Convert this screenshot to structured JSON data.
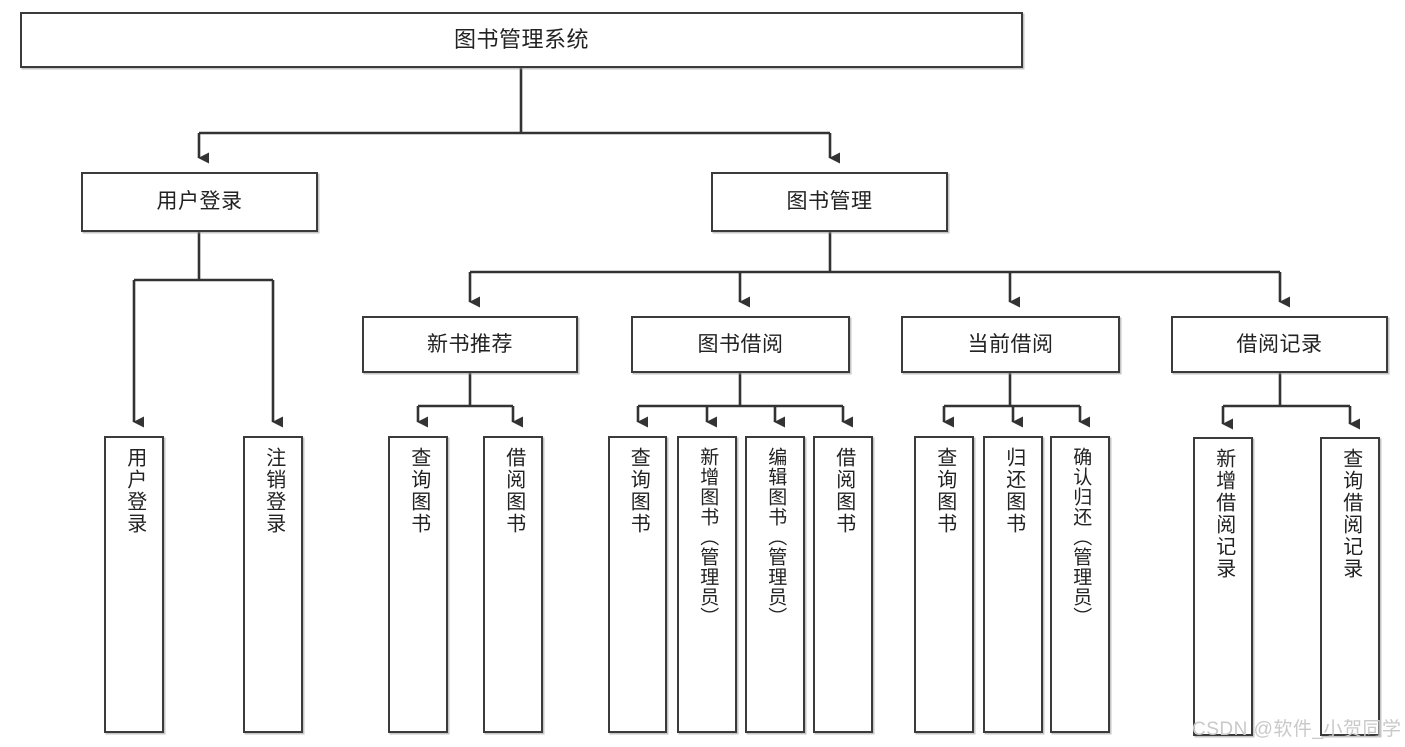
{
  "diagram": {
    "title": "图书管理系统",
    "watermark": "CSDN @软件_小贺同学",
    "colors": {
      "box_border": "#3b3b3b",
      "background": "#ffffff",
      "edge": "#333333",
      "watermark": "#c9c9c9"
    },
    "levels": {
      "root": {
        "label": "图书管理系统"
      },
      "level2": [
        {
          "label": "用户登录"
        },
        {
          "label": "图书管理"
        }
      ],
      "level3": [
        {
          "label": "新书推荐"
        },
        {
          "label": "图书借阅"
        },
        {
          "label": "当前借阅"
        },
        {
          "label": "借阅记录"
        }
      ],
      "leaves": {
        "user_login": [
          {
            "label": "用户登录"
          },
          {
            "label": "注销登录"
          }
        ],
        "new_book_recommend": [
          {
            "label": "查询图书"
          },
          {
            "label": "借阅图书"
          }
        ],
        "book_borrow": [
          {
            "label": "查询图书"
          },
          {
            "label": "新增图书（管理员）"
          },
          {
            "label": "编辑图书（管理员）"
          },
          {
            "label": "借阅图书"
          }
        ],
        "current_borrow": [
          {
            "label": "查询图书"
          },
          {
            "label": "归还图书"
          },
          {
            "label": "确认归还（管理员）"
          }
        ],
        "borrow_records": [
          {
            "label": "新增借阅记录"
          },
          {
            "label": "查询借阅记录"
          }
        ]
      }
    }
  }
}
